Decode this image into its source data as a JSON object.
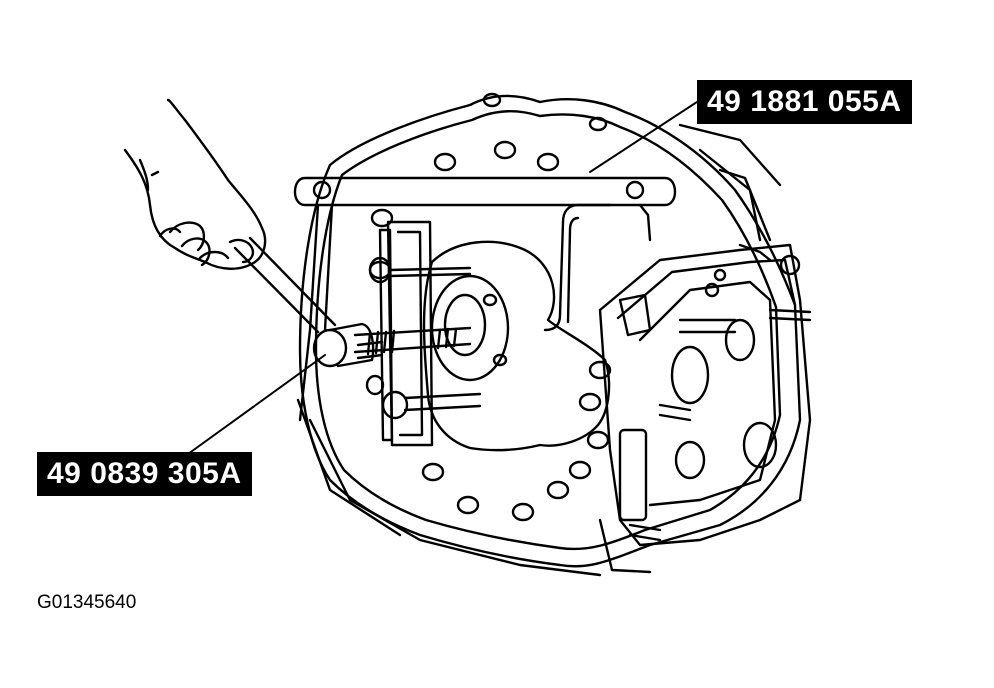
{
  "labels": {
    "tool_top": "49 1881 055A",
    "tool_bottom": "49 0839 305A",
    "figure_id": "G01345640"
  },
  "colors": {
    "ink": "#000000",
    "paper": "#ffffff"
  }
}
